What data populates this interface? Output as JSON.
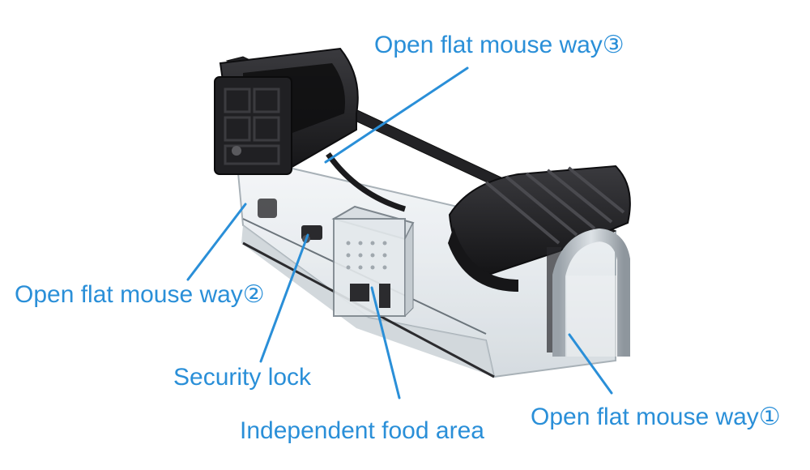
{
  "colors": {
    "callout": "#2a8fd8",
    "plastic_dark": "#1c1c1e",
    "plastic_mid": "#2e2e31",
    "clear_body": "#e9edf0",
    "metal": "#b9c0c6"
  },
  "callouts": {
    "way3": "Open flat mouse way③",
    "way2": "Open flat mouse way②",
    "lock": "Security lock",
    "food": "Independent food area",
    "way1": "Open flat mouse way①"
  }
}
